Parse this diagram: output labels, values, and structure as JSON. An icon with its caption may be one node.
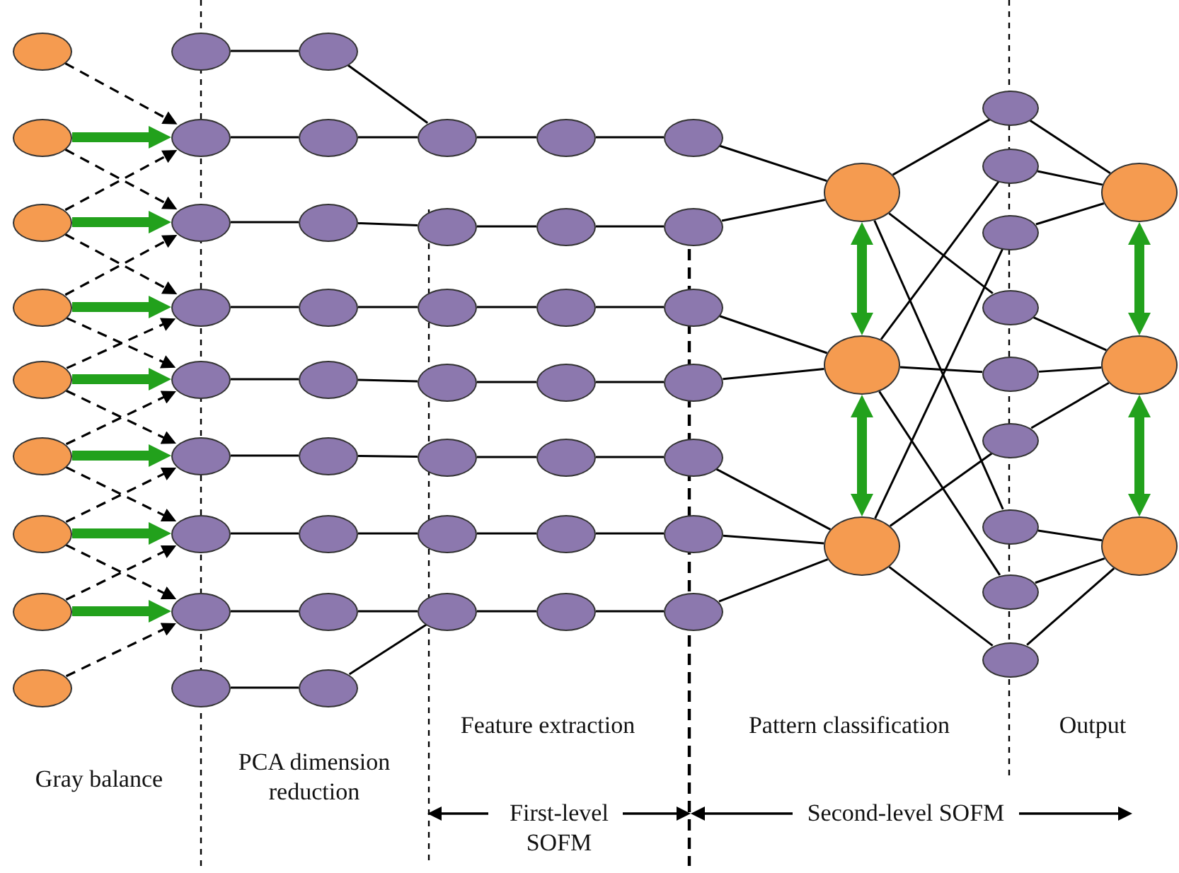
{
  "diagram": {
    "nodes": [
      {
        "text": [],
        "shape": "circle"
      },
      {
        "text": [],
        "shape": "circle"
      },
      {
        "text": [],
        "shape": "circle"
      },
      {
        "text": [],
        "shape": "circle"
      },
      {
        "text": [],
        "shape": "circle"
      },
      {
        "text": [],
        "shape": "circle"
      },
      {
        "text": [],
        "shape": "circle"
      },
      {
        "text": [],
        "shape": "circle"
      },
      {
        "text": [],
        "shape": "circle"
      },
      {
        "text": [],
        "shape": "circle"
      },
      {
        "text": [],
        "shape": "circle"
      },
      {
        "text": [],
        "shape": "circle"
      },
      {
        "text": [],
        "shape": "circle"
      },
      {
        "text": [],
        "shape": "circle"
      },
      {
        "text": [],
        "shape": "circle"
      },
      {
        "text": [],
        "shape": "circle"
      },
      {
        "text": [],
        "shape": "circle"
      },
      {
        "text": [],
        "shape": "circle"
      },
      {
        "text": [],
        "shape": "circle"
      },
      {
        "text": [],
        "shape": "circle"
      },
      {
        "text": [],
        "shape": "circle"
      },
      {
        "text": [],
        "shape": "circle"
      },
      {
        "text": [],
        "shape": "circle"
      },
      {
        "text": [],
        "shape": "circle"
      },
      {
        "text": [],
        "shape": "circle"
      },
      {
        "text": [],
        "shape": "circle"
      },
      {
        "text": [],
        "shape": "circle"
      },
      {
        "text": [],
        "shape": "circle"
      },
      {
        "text": [],
        "shape": "circle"
      },
      {
        "text": [],
        "shape": "circle"
      },
      {
        "text": [],
        "shape": "circle"
      },
      {
        "text": [],
        "shape": "circle"
      },
      {
        "text": [],
        "shape": "circle"
      },
      {
        "text": [],
        "shape": "circle"
      },
      {
        "text": [],
        "shape": "circle"
      },
      {
        "text": [],
        "shape": "circle"
      },
      {
        "text": [],
        "shape": "circle"
      },
      {
        "text": [],
        "shape": "circle"
      },
      {
        "text": [],
        "shape": "circle"
      },
      {
        "text": [],
        "shape": "circle"
      },
      {
        "text": [],
        "shape": "circle"
      },
      {
        "text": [],
        "shape": "circle"
      },
      {
        "text": [],
        "shape": "circle"
      },
      {
        "text": [],
        "shape": "circle"
      },
      {
        "text": [],
        "shape": "circle"
      },
      {
        "text": [],
        "shape": "circle"
      },
      {
        "text": [],
        "shape": "circle"
      },
      {
        "text": [],
        "shape": "circle"
      },
      {
        "text": [],
        "shape": "circle"
      },
      {
        "text": [],
        "shape": "circle"
      },
      {
        "text": [],
        "shape": "circle"
      },
      {
        "text": [],
        "shape": "circle"
      },
      {
        "text": [],
        "shape": "circle"
      },
      {
        "text": [],
        "shape": "circle"
      },
      {
        "text": [],
        "shape": "circle"
      },
      {
        "text": [],
        "shape": "circle"
      },
      {
        "text": [],
        "shape": "circle"
      },
      {
        "text": [],
        "shape": "circle"
      },
      {
        "text": [],
        "shape": "circle"
      },
      {
        "text": [],
        "shape": "circle"
      },
      {
        "text": [],
        "shape": "circle"
      },
      {
        "text": [],
        "shape": "circle"
      },
      {
        "text": [],
        "shape": "circle"
      }
    ],
    "edges": [
      {
        "from": 1,
        "to": 10,
        "arrow": "to",
        "style": "thick",
        "color": "#22a11c"
      },
      {
        "from": 2,
        "to": 11,
        "arrow": "to",
        "style": "thick",
        "color": "#22a11c"
      },
      {
        "from": 3,
        "to": 12,
        "arrow": "to",
        "style": "thick",
        "color": "#22a11c"
      },
      {
        "from": 4,
        "to": 13,
        "arrow": "to",
        "style": "thick",
        "color": "#22a11c"
      },
      {
        "from": 5,
        "to": 14,
        "arrow": "to",
        "style": "thick",
        "color": "#22a11c"
      },
      {
        "from": 6,
        "to": 15,
        "arrow": "to",
        "style": "thick",
        "color": "#22a11c"
      },
      {
        "from": 7,
        "to": 16,
        "arrow": "to",
        "style": "thick",
        "color": "#22a11c"
      },
      {
        "from": 0,
        "to": 10,
        "arrow": "to",
        "style": "dashed"
      },
      {
        "from": 1,
        "to": 11,
        "arrow": "to",
        "style": "dashed"
      },
      {
        "from": 2,
        "to": 12,
        "arrow": "to",
        "style": "dashed"
      },
      {
        "from": 3,
        "to": 13,
        "arrow": "to",
        "style": "dashed"
      },
      {
        "from": 4,
        "to": 14,
        "arrow": "to",
        "style": "dashed"
      },
      {
        "from": 5,
        "to": 15,
        "arrow": "to",
        "style": "dashed"
      },
      {
        "from": 6,
        "to": 16,
        "arrow": "to",
        "style": "dashed"
      },
      {
        "from": 2,
        "to": 10,
        "arrow": "to",
        "style": "dashed"
      },
      {
        "from": 3,
        "to": 11,
        "arrow": "to",
        "style": "dashed"
      },
      {
        "from": 4,
        "to": 12,
        "arrow": "to",
        "style": "dashed"
      },
      {
        "from": 5,
        "to": 13,
        "arrow": "to",
        "style": "dashed"
      },
      {
        "from": 6,
        "to": 14,
        "arrow": "to",
        "style": "dashed"
      },
      {
        "from": 7,
        "to": 15,
        "arrow": "to",
        "style": "dashed"
      },
      {
        "from": 8,
        "to": 16,
        "arrow": "to",
        "style": "dashed"
      },
      {
        "from": 9,
        "to": 18,
        "arrow": "none"
      },
      {
        "from": 10,
        "to": 19,
        "arrow": "none"
      },
      {
        "from": 11,
        "to": 20,
        "arrow": "none"
      },
      {
        "from": 12,
        "to": 21,
        "arrow": "none"
      },
      {
        "from": 13,
        "to": 22,
        "arrow": "none"
      },
      {
        "from": 14,
        "to": 23,
        "arrow": "none"
      },
      {
        "from": 15,
        "to": 24,
        "arrow": "none"
      },
      {
        "from": 16,
        "to": 25,
        "arrow": "none"
      },
      {
        "from": 17,
        "to": 26,
        "arrow": "none"
      },
      {
        "from": 18,
        "to": 27,
        "arrow": "none"
      },
      {
        "from": 19,
        "to": 27,
        "arrow": "none"
      },
      {
        "from": 20,
        "to": 28,
        "arrow": "none"
      },
      {
        "from": 21,
        "to": 29,
        "arrow": "none"
      },
      {
        "from": 22,
        "to": 30,
        "arrow": "none"
      },
      {
        "from": 23,
        "to": 31,
        "arrow": "none"
      },
      {
        "from": 24,
        "to": 32,
        "arrow": "none"
      },
      {
        "from": 25,
        "to": 33,
        "arrow": "none"
      },
      {
        "from": 26,
        "to": 33,
        "arrow": "none"
      },
      {
        "from": 27,
        "to": 34,
        "arrow": "none"
      },
      {
        "from": 28,
        "to": 35,
        "arrow": "none"
      },
      {
        "from": 29,
        "to": 36,
        "arrow": "none"
      },
      {
        "from": 30,
        "to": 37,
        "arrow": "none"
      },
      {
        "from": 31,
        "to": 38,
        "arrow": "none"
      },
      {
        "from": 32,
        "to": 39,
        "arrow": "none"
      },
      {
        "from": 33,
        "to": 40,
        "arrow": "none"
      },
      {
        "from": 34,
        "to": 41,
        "arrow": "none"
      },
      {
        "from": 35,
        "to": 42,
        "arrow": "none"
      },
      {
        "from": 36,
        "to": 43,
        "arrow": "none"
      },
      {
        "from": 37,
        "to": 44,
        "arrow": "none"
      },
      {
        "from": 38,
        "to": 45,
        "arrow": "none"
      },
      {
        "from": 39,
        "to": 46,
        "arrow": "none"
      },
      {
        "from": 40,
        "to": 47,
        "arrow": "none"
      },
      {
        "from": 41,
        "to": 48,
        "arrow": "none"
      },
      {
        "from": 42,
        "to": 48,
        "arrow": "none"
      },
      {
        "from": 43,
        "to": 49,
        "arrow": "none"
      },
      {
        "from": 44,
        "to": 49,
        "arrow": "none"
      },
      {
        "from": 45,
        "to": 50,
        "arrow": "none"
      },
      {
        "from": 46,
        "to": 50,
        "arrow": "none"
      },
      {
        "from": 47,
        "to": 50,
        "arrow": "none"
      },
      {
        "from": 48,
        "to": 49,
        "arrow": "both",
        "style": "thick",
        "color": "#22a11c"
      },
      {
        "from": 49,
        "to": 50,
        "arrow": "both",
        "style": "thick",
        "color": "#22a11c"
      },
      {
        "from": 48,
        "to": 51,
        "arrow": "none"
      },
      {
        "from": 48,
        "to": 54,
        "arrow": "none"
      },
      {
        "from": 48,
        "to": 57,
        "arrow": "none"
      },
      {
        "from": 49,
        "to": 52,
        "arrow": "none"
      },
      {
        "from": 49,
        "to": 55,
        "arrow": "none"
      },
      {
        "from": 49,
        "to": 58,
        "arrow": "none"
      },
      {
        "from": 50,
        "to": 53,
        "arrow": "none"
      },
      {
        "from": 50,
        "to": 56,
        "arrow": "none"
      },
      {
        "from": 50,
        "to": 59,
        "arrow": "none"
      },
      {
        "from": 51,
        "to": 60,
        "arrow": "none"
      },
      {
        "from": 52,
        "to": 60,
        "arrow": "none"
      },
      {
        "from": 53,
        "to": 60,
        "arrow": "none"
      },
      {
        "from": 54,
        "to": 61,
        "arrow": "none"
      },
      {
        "from": 55,
        "to": 61,
        "arrow": "none"
      },
      {
        "from": 56,
        "to": 61,
        "arrow": "none"
      },
      {
        "from": 57,
        "to": 62,
        "arrow": "none"
      },
      {
        "from": 58,
        "to": 62,
        "arrow": "none"
      },
      {
        "from": 59,
        "to": 62,
        "arrow": "none"
      },
      {
        "from": 60,
        "to": 61,
        "arrow": "both",
        "style": "thick",
        "color": "#22a11c"
      },
      {
        "from": 61,
        "to": 62,
        "arrow": "both",
        "style": "thick",
        "color": "#22a11c"
      }
    ],
    "labels": [
      "Feature extraction",
      "Pattern classification",
      "Output",
      "Gray balance",
      "PCA dimension reduction",
      "First-level SOFM",
      "Second-level SOFM"
    ]
  }
}
